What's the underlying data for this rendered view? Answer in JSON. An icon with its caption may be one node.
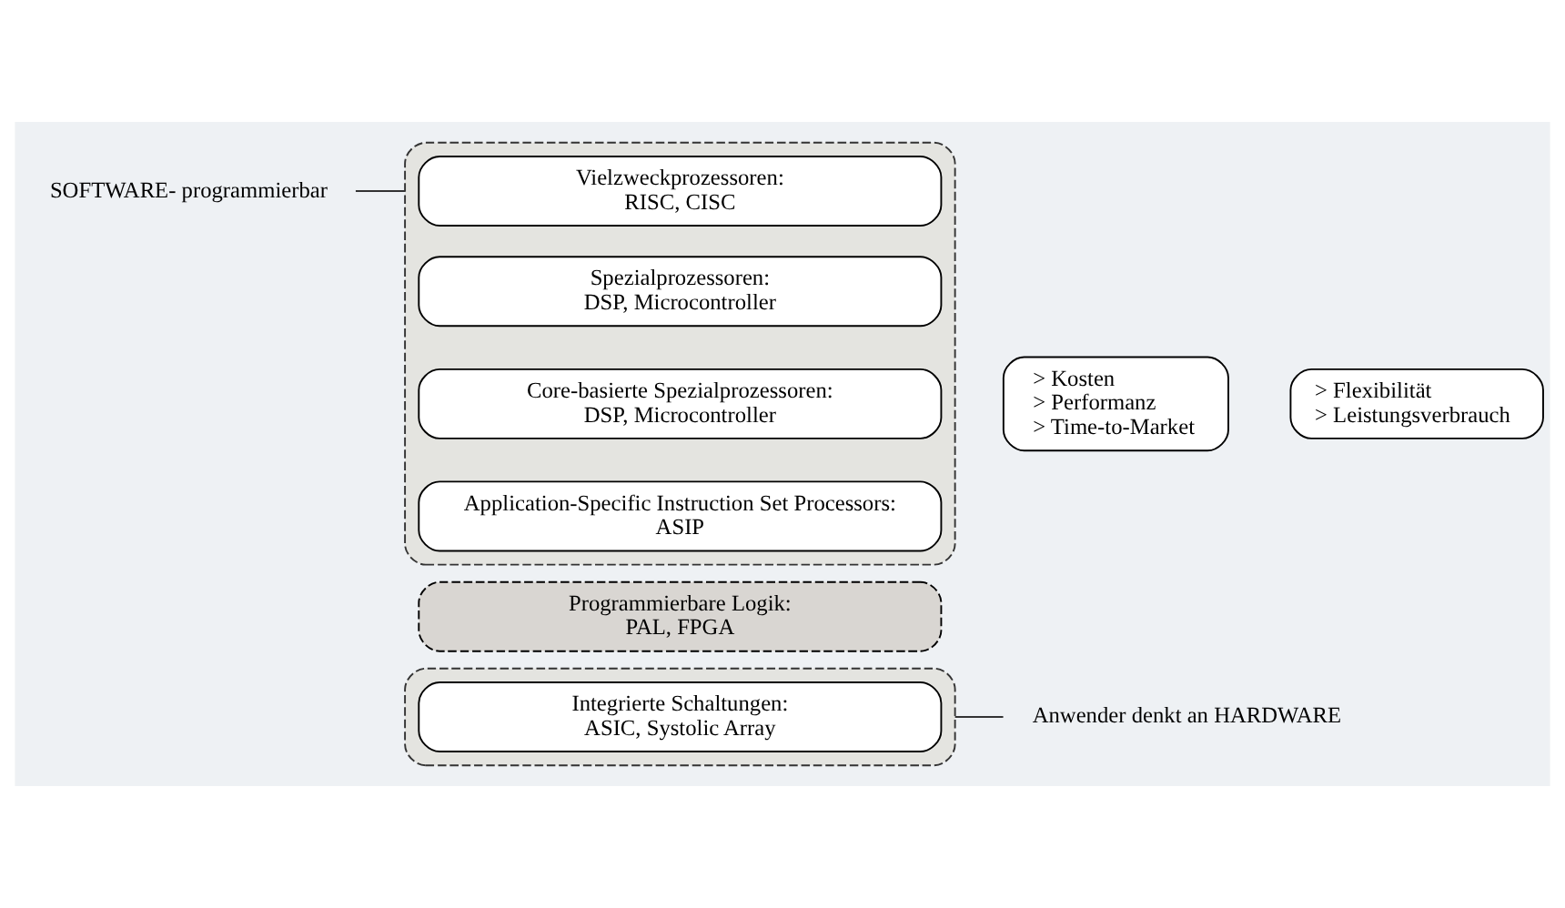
{
  "diagram": {
    "nodes": [
      {
        "text": [
          "SOFTWARE- programmierbar"
        ]
      },
      {
        "text": [],
        "shape": "box"
      },
      {
        "text": [
          "Vielzweckprozessoren:",
          "RISC, CISC"
        ],
        "in": 1
      },
      {
        "text": [
          "Spezialprozessoren:",
          "DSP, Microcontroller"
        ],
        "in": 1
      },
      {
        "text": [
          "Core-basierte Spezialprozessoren:",
          "DSP, Microcontroller"
        ],
        "in": 1
      },
      {
        "text": [
          "Application-Specific Instruction Set Processors:",
          "ASIP"
        ],
        "in": 1
      },
      {
        "text": [
          "Programmierbare Logik:",
          "PAL, FPGA"
        ]
      },
      {
        "text": [],
        "shape": "box"
      },
      {
        "text": [
          "Integrierte Schaltungen:",
          "ASIC, Systolic Array"
        ],
        "in": 7
      },
      {
        "text": [
          "Anwender denkt an HARDWARE"
        ]
      },
      {
        "text": [
          "> Kosten",
          "> Performanz",
          "> Time-to-Market"
        ]
      },
      {
        "text": [
          "> Flexibilität",
          "> Leistungsverbrauch"
        ]
      }
    ],
    "edges": [
      {
        "from": 0,
        "to": 1,
        "arrow": "none"
      },
      {
        "from": 9,
        "to": 7,
        "arrow": "none"
      }
    ]
  }
}
